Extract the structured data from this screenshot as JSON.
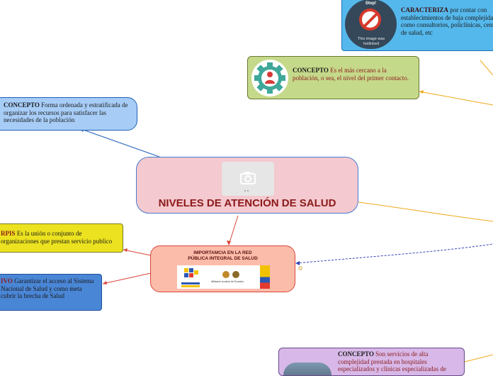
{
  "central": {
    "title": "NIVELES DE ATENCIÓN DE SALUD",
    "image_icon": "camera-placeholder-icon",
    "color": "#f4c9cf",
    "border": "#d9475a"
  },
  "nodes": {
    "concepto_left": {
      "label": "CONCEPTO",
      "text": " Forma ordenada y estratificada de organizar los recursos para satisfacer las necesidades de la población",
      "color": "#a7cdf7"
    },
    "rpis": {
      "label": "RPIS",
      "text": " Es la unión o conjunto de organizaciones que prestan servicio publico",
      "color": "#ece21f"
    },
    "objetivo": {
      "label": "IVO",
      "text": "  Garantizar el acceso al Sistema Nacional de Salud y como meta cubrir la brecha de Salud",
      "color": "#4a86d6"
    },
    "importancia": {
      "title": "IMPORTAMCIA EN LA RED PÚBLICA INTEGRAL DE SALUD",
      "color": "#fbbcaa",
      "logo_caption": "Afiliación la salud de Ecuador"
    },
    "caracteriza": {
      "label": "CARACTERIZA",
      "text": " por contar con establecimientos de baja complejidad como consultorios, policlínicas, centros de salud, etc",
      "color": "#55b8ec",
      "image_text_top": "Stop!",
      "image_text_bottom": "This image was hotlinked"
    },
    "concepto_top": {
      "label": "CONCEPTO",
      "text": " Es el más cercano a la población, o sea, el nivel del primer contacto.",
      "color": "#c5d98a"
    },
    "concepto_bottom": {
      "label": "CONCEPTO",
      "text": " Son servicios de alta complejidad prestada en hospitales especializados y clínicas especializadas de",
      "color": "#d7b8e8"
    }
  },
  "colors": {
    "blue_link": "#1f5fb8",
    "red_link": "#d9463a",
    "orange_link": "#f0a818",
    "dashed_link": "#3344bb"
  }
}
